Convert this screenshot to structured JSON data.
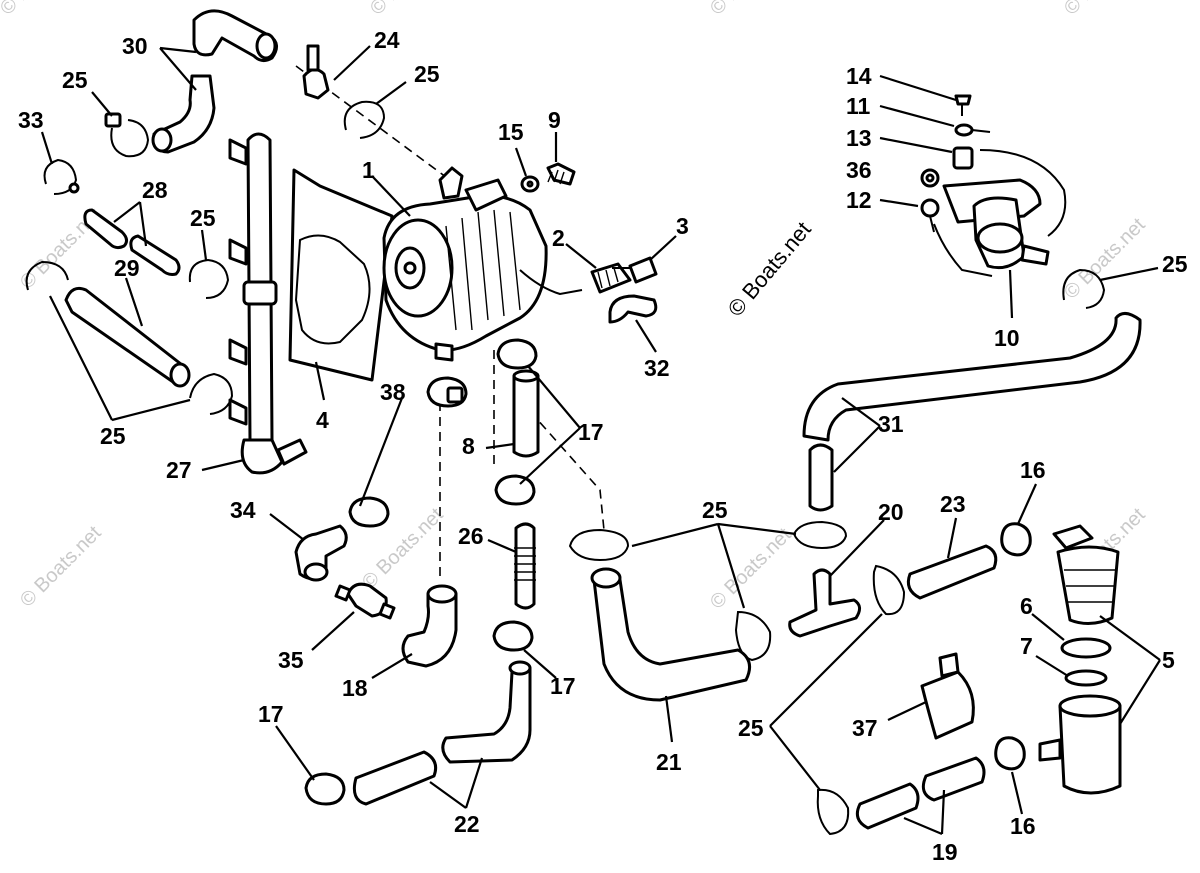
{
  "watermark": "© Boats.net",
  "callouts": {
    "n1": "1",
    "n2": "2",
    "n3": "3",
    "n4": "4",
    "n5": "5",
    "n6": "6",
    "n7": "7",
    "n8": "8",
    "n9": "9",
    "n10": "10",
    "n11": "11",
    "n12": "12",
    "n13": "13",
    "n14": "14",
    "n15": "15",
    "n16": "16",
    "n17": "17",
    "n18": "18",
    "n19": "19",
    "n20": "20",
    "n21": "21",
    "n22": "22",
    "n23": "23",
    "n24": "24",
    "n25": "25",
    "n26": "26",
    "n27": "27",
    "n28": "28",
    "n29": "29",
    "n30": "30",
    "n31": "31",
    "n32": "32",
    "n33": "33",
    "n34": "34",
    "n35": "35",
    "n36": "36",
    "n37": "37",
    "n38": "38"
  }
}
